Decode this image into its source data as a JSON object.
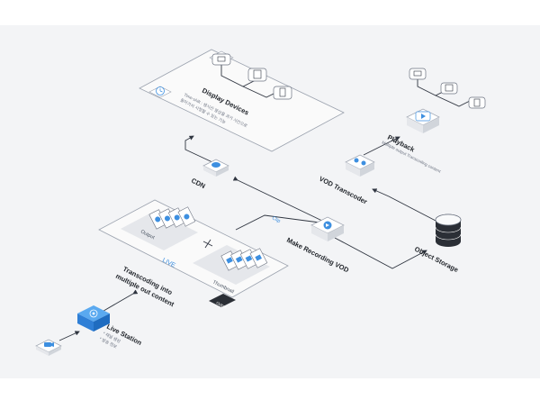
{
  "labels": {
    "display_devices": "Display Devices",
    "display_devices_desc_1": "Time-shift : 생시간 영상을 과거 시간으로",
    "display_devices_desc_2": "돌아가서 시청할 수 있는 기능",
    "cdn": "CDN",
    "playback": "Playback",
    "playback_desc": "Multiple output Transcoding content",
    "vod_transcoder": "VOD Transcoder",
    "clip": "Clip",
    "make_recording_vod": "Make Recording VOD",
    "object_storage": "Object Storage",
    "output": "Output",
    "thumbnail": "Thumbnail",
    "output_badge": "Output",
    "live": "LIVE",
    "transcoding_1": "Transcoding into",
    "transcoding_2": "multiple out content",
    "live_station": "Live Station",
    "live_station_desc_1": "* 채널 생성",
    "live_station_desc_2": "* 방송 정보"
  },
  "colors": {
    "accent": "#3d8fe0",
    "background": "#f3f4f6",
    "line": "#2f3540",
    "dark": "#2b2f36"
  }
}
